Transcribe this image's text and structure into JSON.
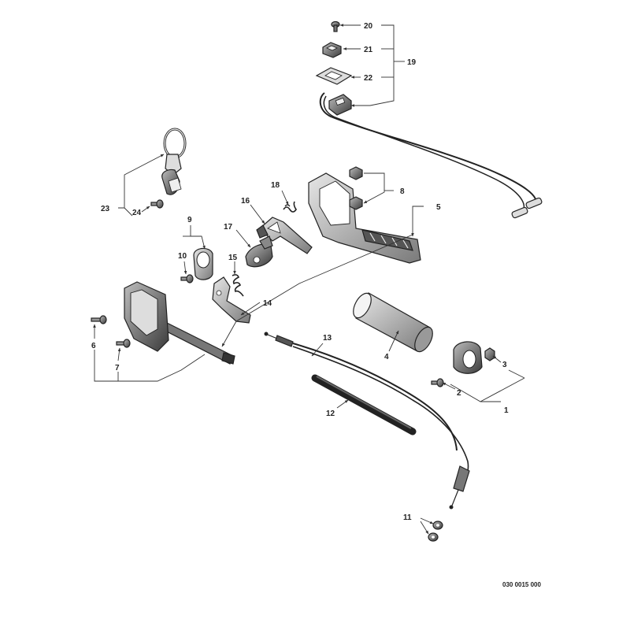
{
  "callouts": {
    "c1": "1",
    "c2": "2",
    "c3": "3",
    "c4": "4",
    "c5": "5",
    "c6": "6",
    "c7": "7",
    "c8": "8",
    "c9": "9",
    "c10": "10",
    "c11": "11",
    "c12": "12",
    "c13": "13",
    "c14": "14",
    "c15": "15",
    "c16": "16",
    "c17": "17",
    "c18": "18",
    "c19": "19",
    "c20": "20",
    "c21": "21",
    "c22": "22",
    "c23": "23",
    "c24": "24"
  },
  "diagram_ref": "030 0015 000"
}
